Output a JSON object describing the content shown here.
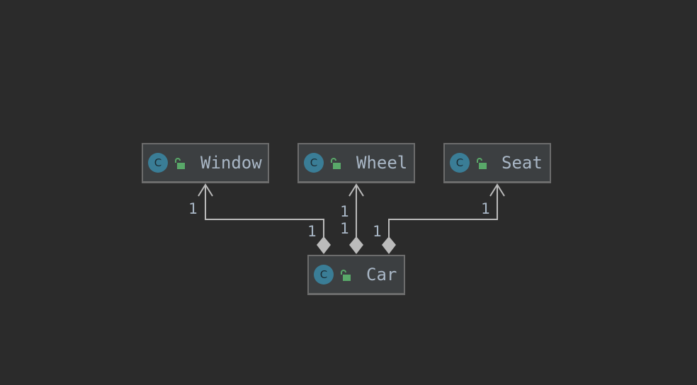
{
  "diagram": {
    "background": "#2b2b2b",
    "node_fill": "#3c3f41",
    "node_border": "#6c6c6c",
    "edge_color": "#bbbbbb",
    "class_icon_color": "#3a7d96",
    "lock_icon_color": "#59a869",
    "label_color": "#a9b7c6",
    "classes": [
      {
        "id": "window",
        "name": "Window",
        "icon": "class-icon",
        "visibility_icon": "unlocked-icon"
      },
      {
        "id": "wheel",
        "name": "Wheel",
        "icon": "class-icon",
        "visibility_icon": "unlocked-icon"
      },
      {
        "id": "seat",
        "name": "Seat",
        "icon": "class-icon",
        "visibility_icon": "unlocked-icon"
      },
      {
        "id": "car",
        "name": "Car",
        "icon": "class-icon",
        "visibility_icon": "unlocked-icon"
      }
    ],
    "relations": [
      {
        "type": "composition",
        "from": "Car",
        "to": "Window",
        "source_multiplicity": "1",
        "target_multiplicity": "1"
      },
      {
        "type": "composition",
        "from": "Car",
        "to": "Wheel",
        "source_multiplicity": "1",
        "target_multiplicity": "1"
      },
      {
        "type": "composition",
        "from": "Car",
        "to": "Seat",
        "source_multiplicity": "1",
        "target_multiplicity": "1"
      }
    ]
  }
}
